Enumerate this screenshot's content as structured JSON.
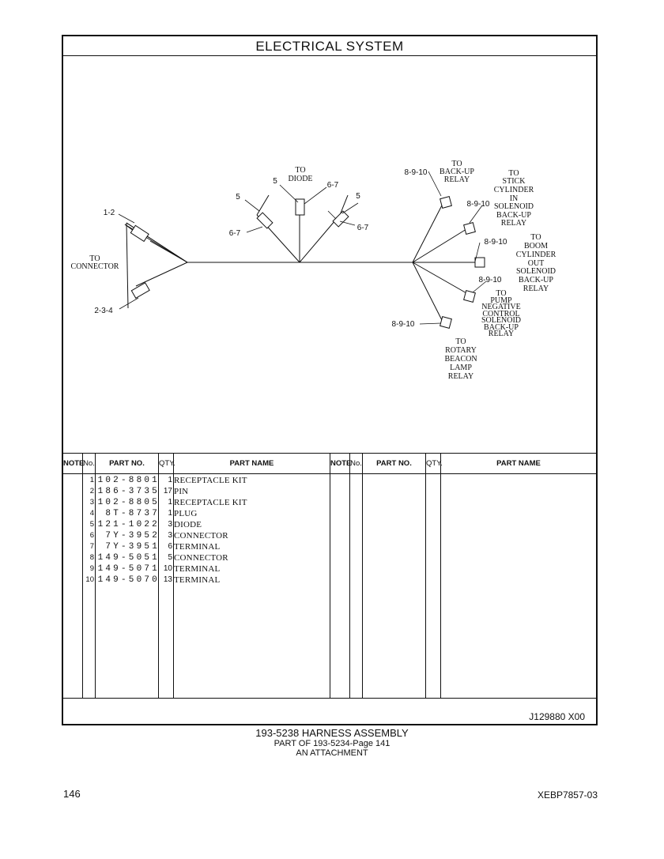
{
  "header": {
    "title": "ELECTRICAL SYSTEM"
  },
  "diagram": {
    "labels": {
      "to_connector_1": "TO",
      "to_connector_2": "CONNECTOR",
      "ref_1_2": "1-2",
      "ref_2_3_4": "2-3-4",
      "to_diode_1": "TO",
      "to_diode_2": "DIODE",
      "ref_5_a": "5",
      "ref_5_b": "5",
      "ref_5_c": "5",
      "ref_6_7_a": "6-7",
      "ref_6_7_b": "6-7",
      "ref_6_7_c": "6-7",
      "ref_8_9_10_a": "8-9-10",
      "ref_8_9_10_b": "8-9-10",
      "ref_8_9_10_c": "8-9-10",
      "ref_8_9_10_d": "8-9-10",
      "ref_8_9_10_e": "8-9-10",
      "backup_relay": [
        "TO",
        "BACK-UP",
        "RELAY"
      ],
      "stick_cylinder": [
        "TO",
        "STICK",
        "CYLINDER",
        "IN",
        "SOLENOID",
        "BACK-UP",
        "RELAY"
      ],
      "boom_cylinder": [
        "TO",
        "BOOM",
        "CYLINDER",
        "OUT",
        "SOLENOID",
        "BACK-UP",
        "RELAY"
      ],
      "pump_negative": [
        "TO",
        "PUMP",
        "NEGATIVE",
        "CONTROL",
        "SOLENOID",
        "BACK-UP",
        "RELAY"
      ],
      "rotary_beacon": [
        "TO",
        "ROTARY",
        "BEACON",
        "LAMP",
        "RELAY"
      ]
    }
  },
  "table": {
    "headers": {
      "note": "NOTE",
      "no": "No.",
      "part_no": "PART NO.",
      "qty": "QTY.",
      "part_name": "PART NAME",
      "note2": "NOTE",
      "no2": "No.",
      "part_no2": "PART NO.",
      "qty2": "QTY.",
      "part_name2": "PART NAME"
    },
    "rows": [
      {
        "no": "1",
        "part": "102-8801",
        "qty": "1",
        "name": "RECEPTACLE KIT"
      },
      {
        "no": "2",
        "part": "186-3735",
        "qty": "17",
        "name": "PIN"
      },
      {
        "no": "3",
        "part": "102-8805",
        "qty": "1",
        "name": "RECEPTACLE KIT"
      },
      {
        "no": "4",
        "part": "8T-8737",
        "qty": "1",
        "name": "PLUG"
      },
      {
        "no": "5",
        "part": "121-1022",
        "qty": "3",
        "name": "DIODE"
      },
      {
        "no": "6",
        "part": "7Y-3952",
        "qty": "3",
        "name": "CONNECTOR"
      },
      {
        "no": "7",
        "part": "7Y-3951",
        "qty": "6",
        "name": "TERMINAL"
      },
      {
        "no": "8",
        "part": "149-5051",
        "qty": "5",
        "name": "CONNECTOR"
      },
      {
        "no": "9",
        "part": "149-5071",
        "qty": "10",
        "name": "TERMINAL"
      },
      {
        "no": "10",
        "part": "149-5070",
        "qty": "13",
        "name": "TERMINAL"
      }
    ]
  },
  "footer": {
    "doc_id": "J129880  X00",
    "caption_line1": "193-5238 HARNESS ASSEMBLY",
    "caption_line2": "PART OF 193-5234-Page 141",
    "caption_line3": "AN ATTACHMENT",
    "page_number": "146",
    "publication_id": "XEBP7857-03"
  }
}
